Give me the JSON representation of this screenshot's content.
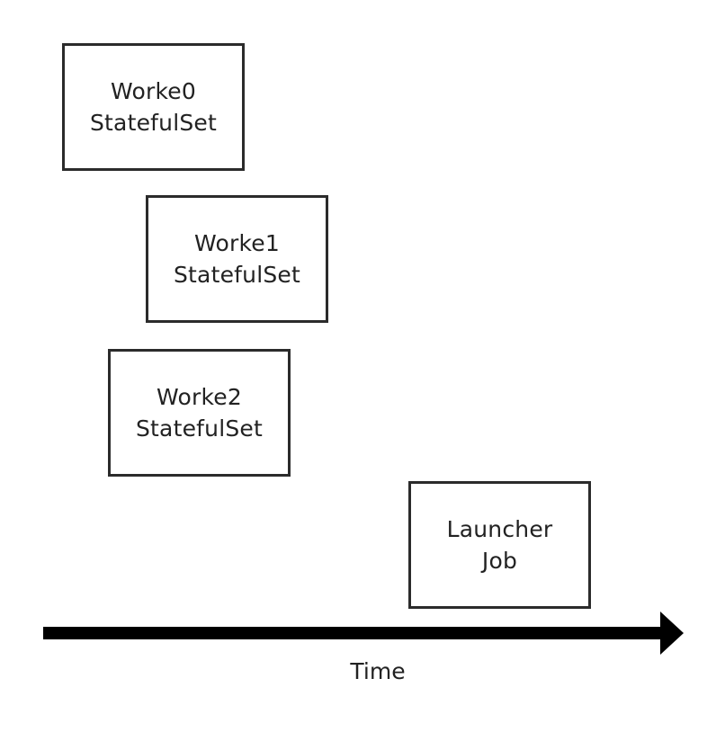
{
  "boxes": {
    "worker0": {
      "line1": "Worke0",
      "line2": "StatefulSet"
    },
    "worker1": {
      "line1": "Worke1",
      "line2": "StatefulSet"
    },
    "worker2": {
      "line1": "Worke2",
      "line2": "StatefulSet"
    },
    "launcher": {
      "line1": "Launcher",
      "line2": "Job"
    }
  },
  "axis": {
    "label": "Time"
  },
  "colors": {
    "stroke": "#2b2b2b",
    "arrow": "#000000",
    "background": "#ffffff"
  }
}
